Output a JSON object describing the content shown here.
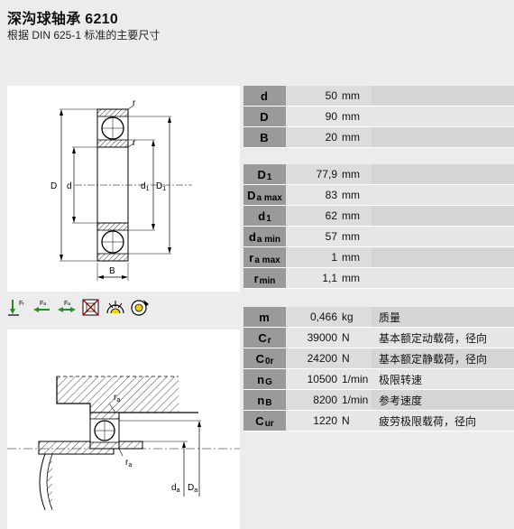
{
  "header": {
    "title": "深沟球轴承 6210",
    "subtitle": "根据 DIN 625-1 标准的主要尺寸"
  },
  "drawing_top": {
    "label_r1": "r",
    "label_r2": "r",
    "label_D": "D",
    "label_d": "d",
    "label_d1": "d",
    "label_d1_sub": "1",
    "label_D1": "D",
    "label_D1_sub": "1",
    "label_B": "B"
  },
  "icons": [
    "radial-load-icon",
    "axial-load-left-icon",
    "axial-load-both-icon",
    "not-applicable-icon",
    "lubrication-icon",
    "sealed-icon"
  ],
  "icon_labels": {
    "fr": "F",
    "fr_sub": "r",
    "fa": "F",
    "fa_sub": "a"
  },
  "drawing_bottom": {
    "label_ra1": "r",
    "label_ra1_sub": "a",
    "label_ra2": "r",
    "label_ra2_sub": "a",
    "label_da": "d",
    "label_da_sub": "a",
    "label_Da": "D",
    "label_Da_sub": "a"
  },
  "dimensions": [
    {
      "sym": "d",
      "sub": "",
      "value": "50",
      "unit": "mm"
    },
    {
      "sym": "D",
      "sub": "",
      "value": "90",
      "unit": "mm"
    },
    {
      "sym": "B",
      "sub": "",
      "value": "20",
      "unit": "mm"
    }
  ],
  "mounting": [
    {
      "sym": "D",
      "sub": "1",
      "value": "77,9",
      "unit": "mm"
    },
    {
      "sym": "D",
      "sub": "a max",
      "value": "83",
      "unit": "mm"
    },
    {
      "sym": "d",
      "sub": "1",
      "value": "62",
      "unit": "mm"
    },
    {
      "sym": "d",
      "sub": "a min",
      "value": "57",
      "unit": "mm"
    },
    {
      "sym": "r",
      "sub": "a max",
      "value": "1",
      "unit": "mm"
    },
    {
      "sym": "r",
      "sub": "min",
      "value": "1,1",
      "unit": "mm"
    }
  ],
  "performance": [
    {
      "sym": "m",
      "sub": "",
      "value": "0,466",
      "unit": "kg",
      "desc": "质量"
    },
    {
      "sym": "C",
      "sub": "r",
      "value": "39000",
      "unit": "N",
      "desc": "基本额定动载荷，径向"
    },
    {
      "sym": "C",
      "sub": "0r",
      "value": "24200",
      "unit": "N",
      "desc": "基本额定静载荷，径向"
    },
    {
      "sym": "n",
      "sub": "G",
      "value": "10500",
      "unit": "1/min",
      "desc": "极限转速"
    },
    {
      "sym": "n",
      "sub": "B",
      "value": "8200",
      "unit": "1/min",
      "desc": "参考速度"
    },
    {
      "sym": "C",
      "sub": "ur",
      "value": "1220",
      "unit": "N",
      "desc": "疲劳极限载荷，径向"
    }
  ]
}
